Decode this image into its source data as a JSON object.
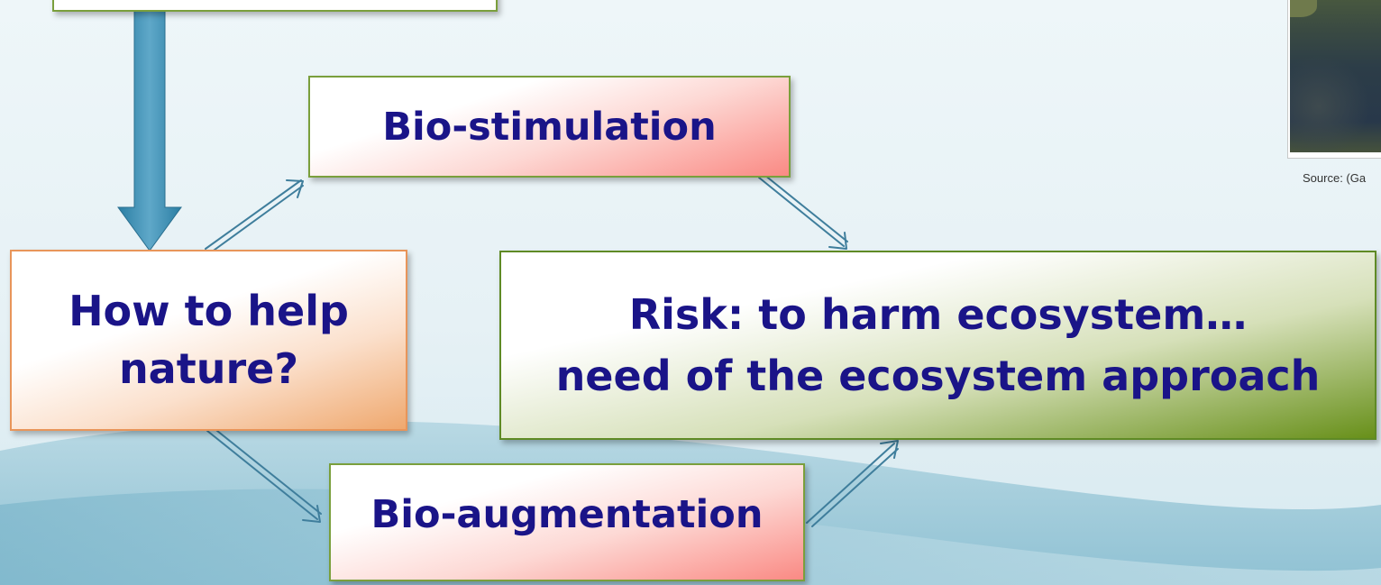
{
  "boxes": {
    "stimulation": "Bio-stimulation",
    "help_line1": "How to help",
    "help_line2": "nature?",
    "risk_line1": "Risk: to harm ecosystem…",
    "risk_line2": "need of the ecosystem approach",
    "augmentation": "Bio-augmentation"
  },
  "photo": {
    "source_label": "Source: (Ga"
  },
  "colors": {
    "text": "#1a1488",
    "arrow": "#3a86a9",
    "connector": "#3f7e9c",
    "pink_accent": "#fa8a84",
    "orange_accent": "#efa86e",
    "green_accent": "#68901a"
  }
}
